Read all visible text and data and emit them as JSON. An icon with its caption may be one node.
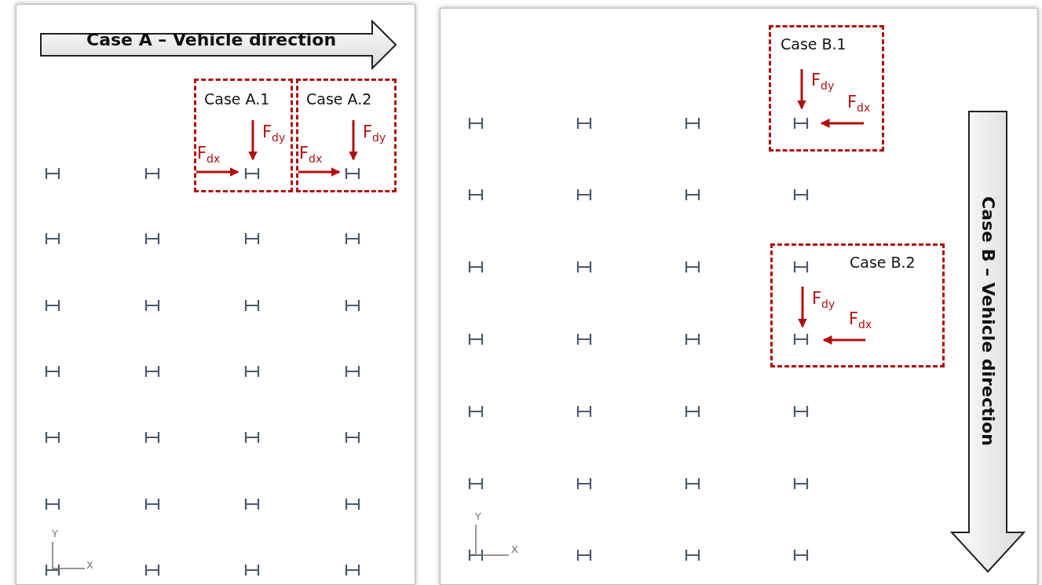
{
  "diagram": {
    "nodes": [
      {
        "text": [
          "Case A – Vehicle direction"
        ]
      },
      {
        "text": [
          "Case A.1"
        ]
      },
      {
        "text": [
          "Case A.2"
        ]
      },
      {
        "text": [
          "Case B.1"
        ]
      },
      {
        "text": [
          "Case B.2"
        ]
      },
      {
        "text": [
          "Case B – Vehicle direction"
        ]
      }
    ],
    "edges": [],
    "labels": [
      "F$_{dy}$",
      "F$_{dx}$",
      "F$_{dy}$",
      "F$_{dx}$",
      "F$_{dy}$",
      "F$_{dx}$",
      "F$_{dy}$",
      "F$_{dx}$",
      "Y",
      "X",
      "Y",
      "X"
    ]
  }
}
